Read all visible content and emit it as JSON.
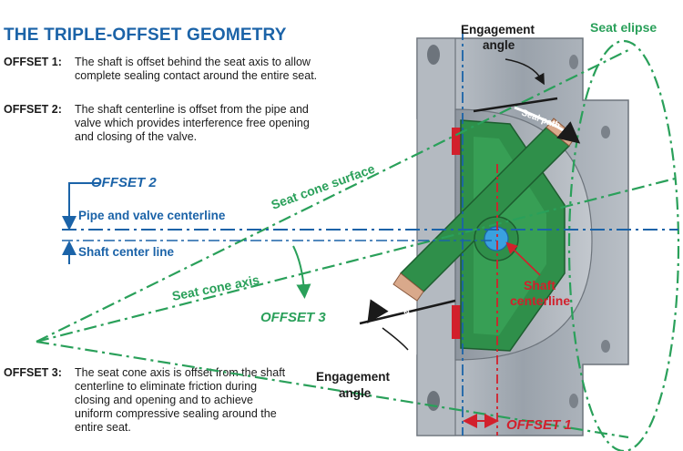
{
  "title": "THE TRIPLE-OFFSET GEOMETRY",
  "offsets": [
    {
      "label": "OFFSET 1:",
      "text": "The shaft is offset behind the seat axis to allow complete sealing contact around the entire seat."
    },
    {
      "label": "OFFSET 2:",
      "text": "The shaft centerline is offset from the pipe and valve which provides interference free opening and closing of the valve."
    },
    {
      "label": "OFFSET 3:",
      "text": "The seat cone axis is offset from the shaft centerline to eliminate friction during closing and opening and to achieve uniform compressive sealing around the entire seat."
    }
  ],
  "diagram": {
    "offset2_label": "OFFSET 2",
    "pipe_centerline": "Pipe and valve centerline",
    "shaft_center_line": "Shaft center line",
    "seat_cone_surface": "Seat cone surface",
    "seat_cone_axis": "Seat cone axis",
    "offset3_label": "OFFSET 3",
    "engagement_angle_top_1": "Engagement",
    "engagement_angle_top_2": "angle",
    "engagement_angle_bottom_1": "Engagement",
    "engagement_angle_bottom_2": "angle",
    "seat_elipse": "Seat elipse",
    "seal_path_top": "Seal path",
    "seal_path_bottom": "Seal path",
    "shaft_centerline_1": "Shaft",
    "shaft_centerline_2": "centerline",
    "offset1_label": "OFFSET 1"
  },
  "colors": {
    "blue": "#1b63a8",
    "green": "#2aa05a",
    "red": "#d2202c",
    "disc_green": "#2f8f4a",
    "body_gray": "#a9b0b8"
  }
}
